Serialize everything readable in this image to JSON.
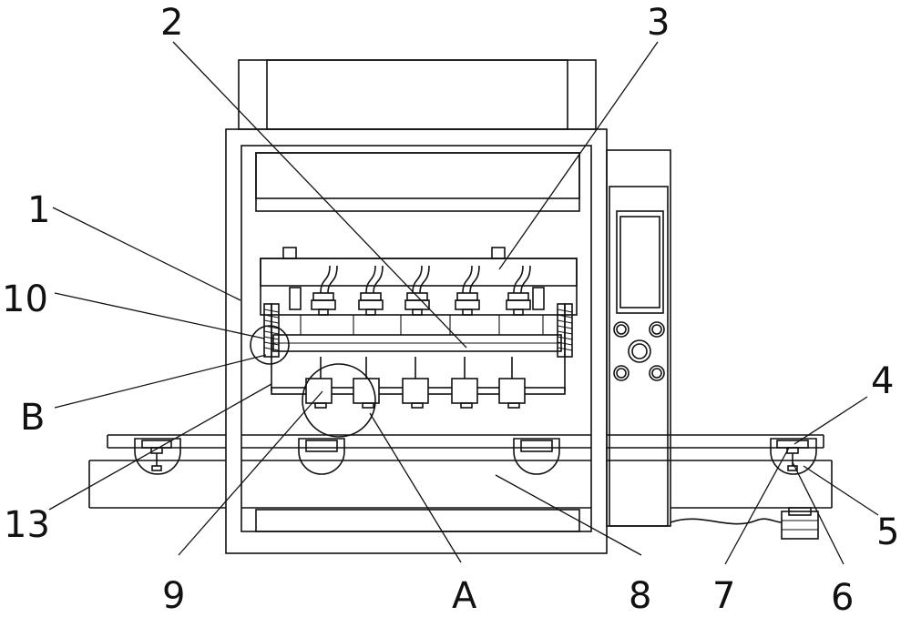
{
  "callouts": {
    "n1": "1",
    "n2": "2",
    "n3": "3",
    "n4": "4",
    "n5": "5",
    "n6": "6",
    "n7": "7",
    "n8": "8",
    "n9": "9",
    "n10": "10",
    "n13": "13",
    "A": "A",
    "B": "B"
  },
  "colors": {
    "line": "#111111",
    "background": "#ffffff"
  }
}
